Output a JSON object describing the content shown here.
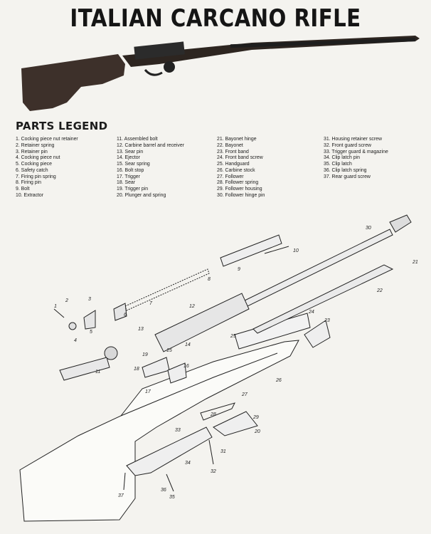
{
  "title": "ITALIAN CARCANO RIFLE",
  "legend_title": "PARTS LEGEND",
  "parts": [
    "1. Cocking piece nut retainer",
    "2. Retainer spring",
    "3. Retainer pin",
    "4. Cocking piece nut",
    "5. Cocking piece",
    "6. Safety catch",
    "7. Firing pin spring",
    "8. Firing pin",
    "9. Bolt",
    "10. Extractor",
    "11. Assembled bolt",
    "12. Carbine barrel and receiver",
    "13. Sear pin",
    "14. Ejector",
    "15. Sear spring",
    "16. Bolt stop",
    "17. Trigger",
    "18. Sear",
    "19. Trigger pin",
    "20. Plunger and spring",
    "21. Bayonet hinge",
    "22. Bayonet",
    "23. Front band",
    "24. Front band screw",
    "25. Handguard",
    "26. Carbine stock",
    "27. Follower",
    "28. Follower spring",
    "29. Follower housing",
    "30. Follower hinge pin",
    "31. Housing retainer screw",
    "32. Front guard screw",
    "33. Trigger guard & magazine",
    "34. Clip latch pin",
    "35. Clip latch",
    "36. Clip latch spring",
    "37. Rear guard screw"
  ],
  "callouts": [
    "1",
    "2",
    "3",
    "4",
    "5",
    "6",
    "7",
    "8",
    "9",
    "10",
    "11",
    "12",
    "13",
    "14",
    "15",
    "16",
    "17",
    "18",
    "19",
    "20",
    "21",
    "22",
    "23",
    "24",
    "25",
    "26",
    "27",
    "28",
    "29",
    "30",
    "31",
    "32",
    "33",
    "34",
    "35",
    "36",
    "37"
  ],
  "colors": {
    "ink": "#1c1c1c",
    "paper": "#f4f3ef",
    "wood": "#3b2f28",
    "metal": "#2a2a2a"
  }
}
